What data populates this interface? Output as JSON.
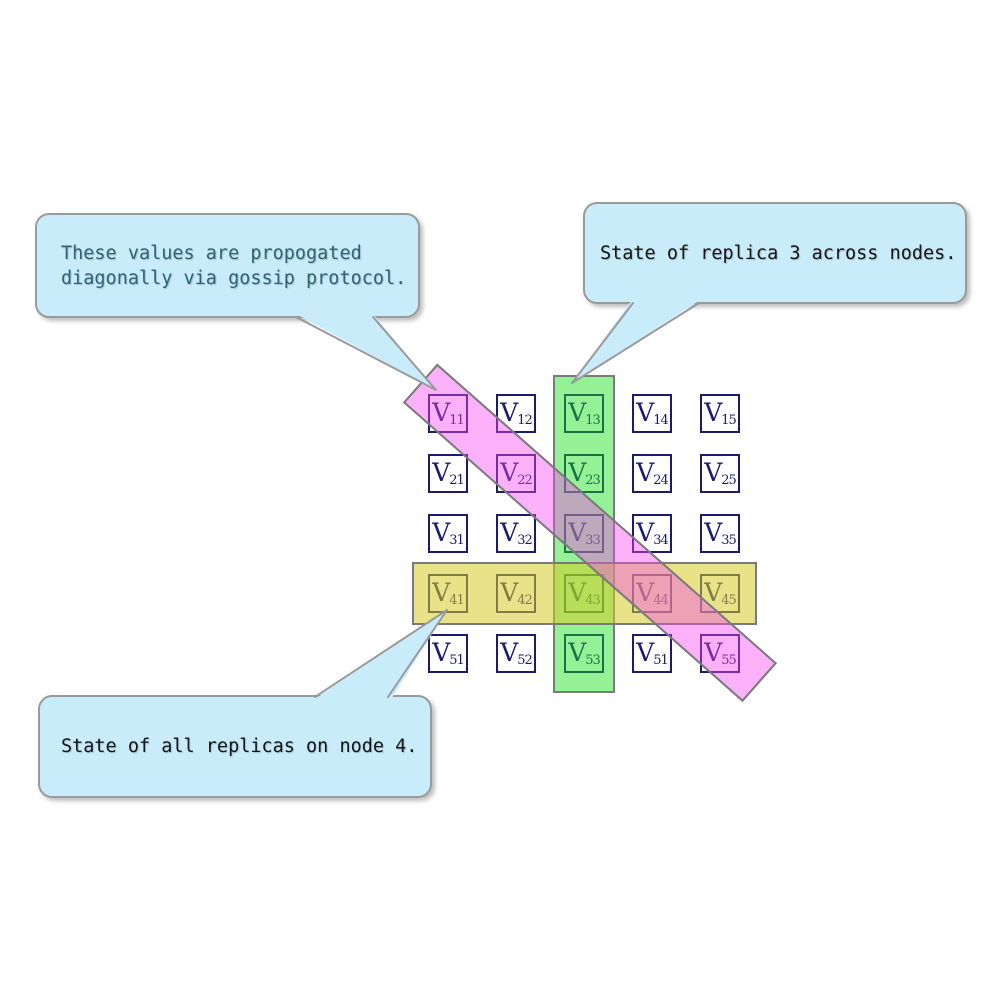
{
  "callouts": {
    "gossip": {
      "lines": [
        "These values are propogated",
        "diagonally via gossip protocol."
      ]
    },
    "replica": {
      "text": "State of replica 3 across nodes."
    },
    "node": {
      "text": "State of all replicas on node 4."
    }
  },
  "matrix": {
    "v": "V",
    "rows": [
      [
        "11",
        "12",
        "13",
        "14",
        "15"
      ],
      [
        "21",
        "22",
        "23",
        "24",
        "25"
      ],
      [
        "31",
        "32",
        "33",
        "34",
        "35"
      ],
      [
        "41",
        "42",
        "43",
        "44",
        "45"
      ],
      [
        "51",
        "52",
        "53",
        "51",
        "55"
      ]
    ]
  },
  "highlights": {
    "column": "replica 3 (green vertical band)",
    "row": "node 4 (yellow horizontal band)",
    "diagonal": "gossip propagation (pink diagonal band)"
  },
  "colors": {
    "navy": "#1a1a70",
    "band-border": "#7a7a7a",
    "green-fill": "rgba(20,225,20,0.45)",
    "yellow-fill": "rgba(214,204,38,0.55)",
    "pink-fill": "rgba(244,70,240,0.42)",
    "callout-bg": "#c9ecfa",
    "callout-border": "#9a9a9a",
    "gossip-text": "#2f6273",
    "note-text": "#141414"
  }
}
